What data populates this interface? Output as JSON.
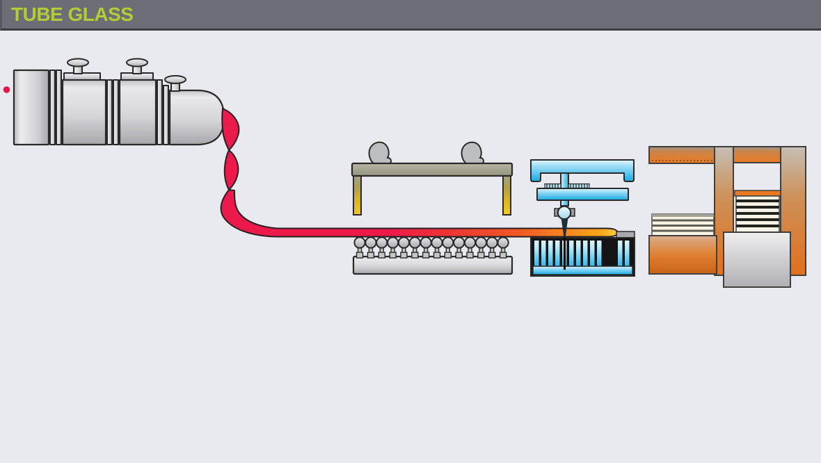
{
  "header": {
    "title": "TUBE GLASS"
  },
  "colors": {
    "header-bg": "#6b6e74",
    "header-border": "#3b3d41",
    "title-green": "#b2cc35",
    "canvas-bg": "#e9eaef",
    "indicator-red": "#e8174a",
    "outline-dark": "#2a2a2a",
    "outline-mid": "#3f3f3f",
    "ribbon-red": "#ec1a4a",
    "ribbon-orange": "#f58220",
    "ribbon-yellow": "#ffd24f",
    "machine-blue": "#29abe2",
    "hood-olive": "#a7a693",
    "leg-gold": "#f2ca28",
    "frame-orange": "#e4731c",
    "slat-black": "#141414",
    "shelf-orange": "#e87a22",
    "stack-cream": "#f7f3e4",
    "stack-dark": "#23231e",
    "metal-gray": "#c8c8cb"
  },
  "diagram": {
    "components": [
      "process-indicator-dot",
      "melting-furnace",
      "furnace-vents",
      "molten-glass-ribbon",
      "forming-hood",
      "hood-burners",
      "roller-conveyor",
      "cutting-station",
      "cutting-blade",
      "slat-conveyor",
      "packing-station",
      "tube-stacks",
      "collection-box"
    ]
  }
}
